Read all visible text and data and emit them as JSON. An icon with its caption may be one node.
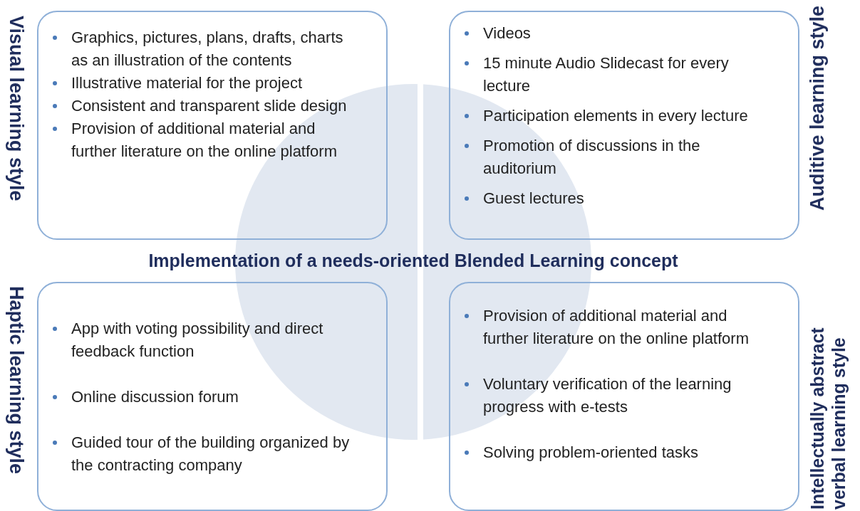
{
  "diagram": {
    "title": "Implementation of a needs-oriented Blended Learning concept",
    "nodes": [
      {
        "text": [
          "Visual learning style",
          "Graphics, pictures, plans, drafts, charts as an illustration of the contents",
          "Illustrative material for the project",
          "Consistent and transparent slide design",
          "Provision of additional material and further literature on the online platform"
        ]
      },
      {
        "text": [
          "Auditive learning style",
          "Videos",
          "15 minute Audio Slidecast for every lecture",
          "Participation elements in every lecture",
          "Promotion of discussions in the auditorium",
          "Guest lectures"
        ]
      },
      {
        "text": [
          "Haptic learning style",
          "App with voting possibility and direct feedback function",
          "Online discussion forum",
          "Guided tour of the building organized by the contracting company"
        ]
      },
      {
        "text": [
          "Intellectually abstract verbal learning style",
          "Provision of additional material and further literature on the online platform",
          "Voluntary verification of the learning progress with e-tests",
          "Solving problem-oriented tasks"
        ]
      }
    ],
    "edges": []
  }
}
